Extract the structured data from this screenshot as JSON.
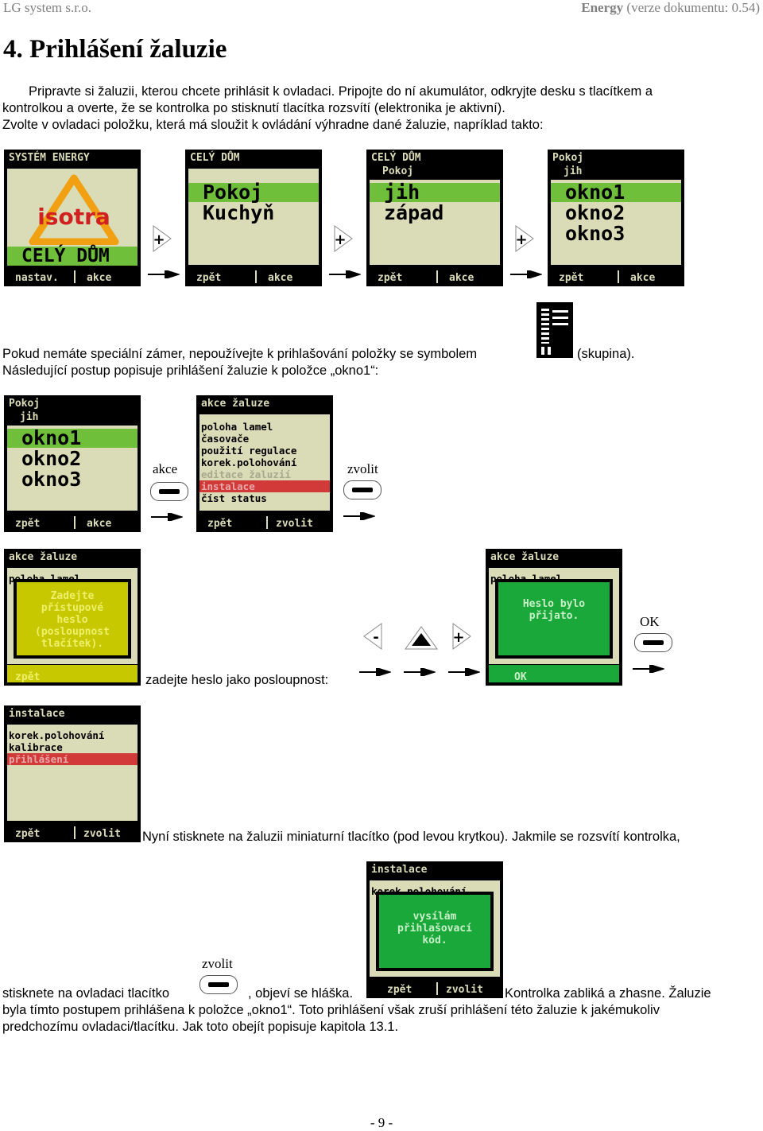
{
  "header": {
    "company": "LG system s.r.o.",
    "product": "Energy",
    "version": "(verze dokumentu: 0.54)"
  },
  "section_title": "4. Prihlášení žaluzie",
  "intro": {
    "line1": "Pripravte si žaluzii, kterou chcete prihlásit k ovladaci. Pripojte do ní akumulátor, odkryjte desku s tlacítkem a",
    "line2": "kontrolkou a overte, že se kontrolka po stisknutí tlacítka rozsvítí (elektronika je aktivní).",
    "line3": "Zvolte v ovladaci položku, která má sloužit k ovládání výhradne dané žaluzie, napríklad takto:"
  },
  "screens_row1": [
    {
      "title": "SYSTÉM ENERGY",
      "logo": "isotra",
      "item": "CELÝ DŮM",
      "left": "nastav.",
      "right": "akce"
    },
    {
      "title": "CELÝ DŮM",
      "items": [
        "Pokoj",
        "Kuchyň"
      ],
      "left": "zpět",
      "right": "akce"
    },
    {
      "title": "CELÝ DŮM",
      "subtitle": "Pokoj",
      "items": [
        "jih",
        "západ"
      ],
      "left": "zpět",
      "right": "akce"
    },
    {
      "title": "Pokoj",
      "subtitle": "jih",
      "items": [
        "okno1",
        "okno2",
        "okno3"
      ],
      "left": "zpět",
      "right": "akce"
    }
  ],
  "plus_symbol": "+",
  "minus_symbol": "-",
  "group_note": {
    "before": "Pokud nemáte speciální zámer, nepoužívejte k prihlašování položky se symbolem",
    "after": "(skupina).",
    "line2": "Následující postup popisuje prihlášení žaluzie k položce „okno1“:"
  },
  "screens_row2": {
    "list": {
      "title": "Pokoj",
      "subtitle": "jih",
      "items": [
        "okno1",
        "okno2",
        "okno3"
      ],
      "left": "zpět",
      "right": "akce"
    },
    "akce_label": "akce",
    "menu": {
      "title": "akce žaluze",
      "items": [
        "poloha lamel",
        "časovače",
        "použití regulace",
        "korek.polohování",
        "editace žaluzií",
        "instalace",
        "číst status"
      ],
      "left": "zpět",
      "right": "zvolit"
    },
    "zvolit_label": "zvolit"
  },
  "screens_row3": {
    "pw_screen": {
      "title": "akce žaluze",
      "bg_item": "poloha lamel",
      "popup": [
        "Zadejte",
        "přístupové",
        "heslo",
        "(posloupnost",
        "tlačítek)."
      ],
      "left": "zpět"
    },
    "instruction": "zadejte heslo jako posloupnost:",
    "ok_screen": {
      "title": "akce žaluze",
      "bg_item": "poloha lamel",
      "popup": [
        "Heslo bylo",
        "přijato."
      ],
      "left": "OK"
    },
    "ok_label": "OK"
  },
  "screens_row4": {
    "install": {
      "title": "instalace",
      "items": [
        "korek.polohování",
        "kalibrace",
        "přihlášení"
      ],
      "left": "zpět",
      "right": "zvolit"
    },
    "text": "Nyní stisknete na žaluzii miniaturní tlacítko (pod levou krytkou). Jakmile se rozsvítí kontrolka,"
  },
  "screens_row5": {
    "zvolit_label": "zvolit",
    "send": {
      "title": "instalace",
      "bg_item": "korek.polohování",
      "popup": [
        "vysílám",
        "přihlašovací",
        "kód."
      ],
      "left": "zpět",
      "right": "zvolit"
    },
    "text_a": "stisknete na ovladaci tlacítko",
    "text_b": ", objeví se hláška.",
    "text_c": "Kontrolka zabliká a zhasne. Žaluzie",
    "line2": "byla tímto postupem prihlášena k položce „okno1“. Toto prihlášení však zruší prihlášení této žaluzie k jakémukoliv",
    "line3": "predchozímu ovladaci/tlacítku. Jak toto obejít popisuje kapitola 13.1."
  },
  "footer": {
    "page": "- 9 -"
  },
  "colors": {
    "screen_bg": "#dadbb7",
    "select_green": "#6fbf3a",
    "select_red": "#d23a3a",
    "popup_yellow": "#c8c800",
    "popup_green": "#1aa83a"
  }
}
